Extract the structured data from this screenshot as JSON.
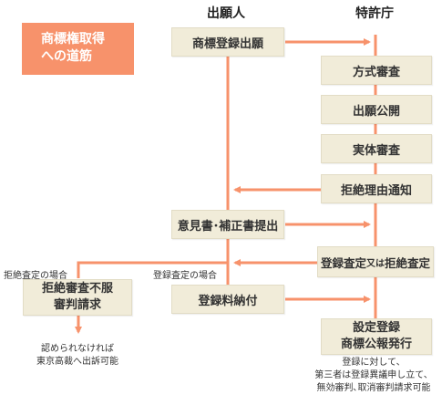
{
  "title_lines": [
    "商標権取得",
    "への道筋"
  ],
  "columns": {
    "applicant": "出願人",
    "office": "特許庁"
  },
  "applicant_steps": {
    "filing": "商標登録出願",
    "response": "意見書･補正書提出",
    "fee": "登録料納付"
  },
  "office_steps": {
    "formal_exam": "方式審査",
    "publication": "出願公開",
    "substantive_exam": "実体審査",
    "refusal_notice": "拒絶理由通知",
    "decision": {
      "a": "登録査定",
      "or": "又は",
      "b": "拒絶査定"
    },
    "registration": {
      "line1": "設定登録",
      "line2": "商標公報発行"
    }
  },
  "appeal": {
    "line1": "拒絶審査不服",
    "line2": "審判請求"
  },
  "labels": {
    "refusal_case": "拒絶査定の場合",
    "registration_case": "登録査定の場合"
  },
  "notes": {
    "appeal_note": [
      "認められなければ",
      "東京高裁へ出訴可能"
    ],
    "registration_note": [
      "登録に対して、",
      "第三者は登録異議申し立て、",
      "無効審判､取消審判請求可能"
    ]
  },
  "colors": {
    "arrow": "#f7926b",
    "box_fill": "#f1ecd9",
    "title_fill": "#f7926b"
  }
}
